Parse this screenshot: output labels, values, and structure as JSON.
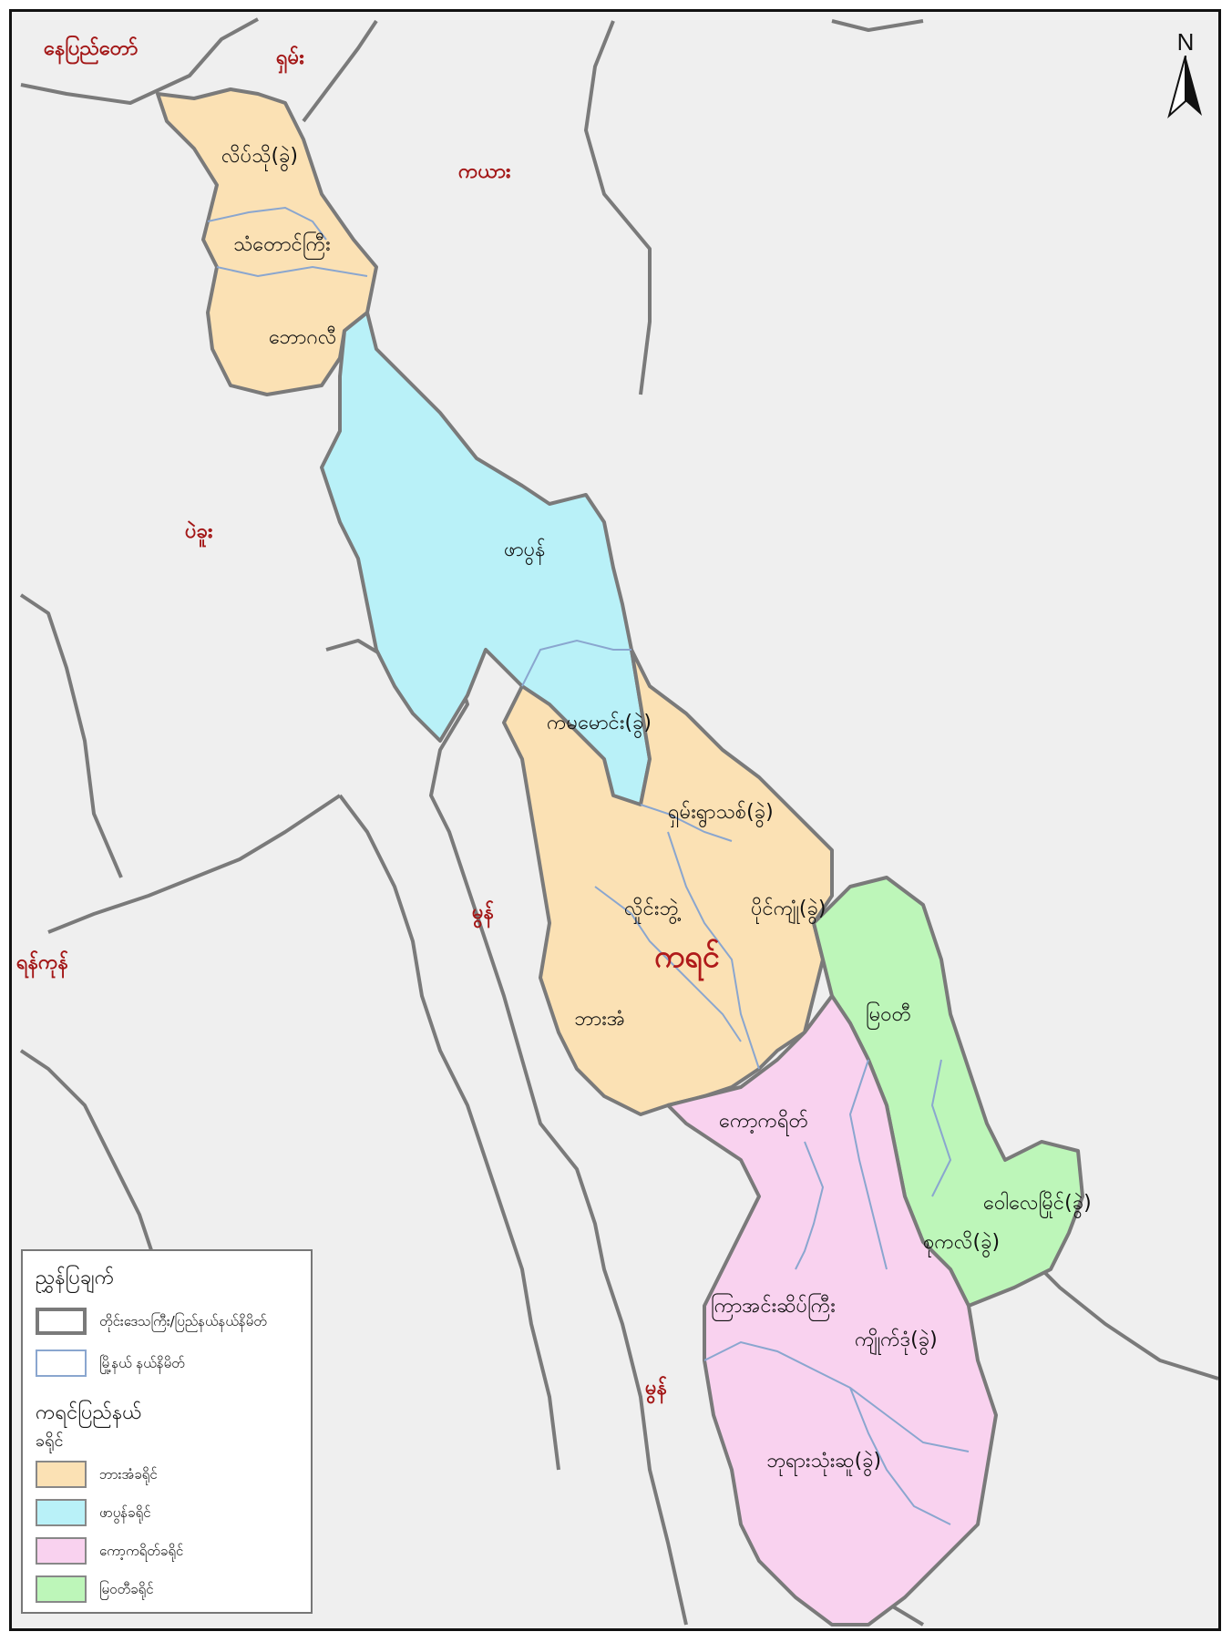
{
  "map": {
    "colors": {
      "background": "#efefef",
      "border_major": "#7a7a7a",
      "border_minor": "#8aa6cf",
      "hpa_an": "#fbe1b4",
      "hpapun": "#b9f1f8",
      "kawkareik": "#f9d2ef",
      "myawaddy": "#bdf6b9",
      "label_red": "#a31717"
    },
    "neighbors": {
      "naypyitaw": "နေပြည်တော်",
      "shan": "ရှမ်း",
      "kayah": "ကယား",
      "bago": "ပဲခူး",
      "mon_1": "မွန်",
      "mon_2": "မွန်",
      "yangon": "ရန်ကုန်"
    },
    "state_name": "ကရင်",
    "townships": {
      "leiktho": "လိပ်သို(ခွဲ)",
      "thandaunggyi": "သံတောင်ကြီး",
      "thandaung": "ဘောဂလီ",
      "hpapun": "ဖာပွန်",
      "kamamaung": "ကမမောင်း(ခွဲ)",
      "shan_ywa_thit": "ရှမ်းရွာသစ်(ခွဲ)",
      "hlaingbwe": "လှိုင်းဘွဲ့",
      "paingkyon": "ပိုင်ကျုံ(ခွဲ)",
      "hpa_an": "ဘားအံ",
      "myawaddy": "မြဝတီ",
      "kawkareik": "ကော့ကရိတ်",
      "waw_lay": "ဝေါလေမြိုင်(ခွဲ)",
      "sukali": "စုကလိ(ခွဲ)",
      "kyainseikgyi": "ကြာအင်းဆိပ်ကြီး",
      "kyaikdon": "ကျိုက်ဒုံ(ခွဲ)",
      "payathonzu": "ဘုရားသုံးဆူ(ခွဲ)"
    }
  },
  "compass": {
    "letter": "N",
    "icon": "north-arrow-icon"
  },
  "legend": {
    "title": "ညွှန်ပြချက်",
    "boundaries": [
      {
        "label": "တိုင်းဒေသကြီး/ပြည်နယ်နယ်နိမိတ်",
        "color": "#7a7a7a"
      },
      {
        "label": "မြို့နယ် နယ်နိမိတ်",
        "color": "#8aa6cf"
      }
    ],
    "section_title": "ကရင်ပြည်နယ်",
    "section_sub": "ခရိုင်",
    "districts": [
      {
        "label": "ဘားအံခရိုင်",
        "color": "#fbe1b4"
      },
      {
        "label": "ဖာပွန်ခရိုင်",
        "color": "#b9f1f8"
      },
      {
        "label": "ကော့ကရိတ်ခရိုင်",
        "color": "#f9d2ef"
      },
      {
        "label": "မြဝတီခရိုင်",
        "color": "#bdf6b9"
      }
    ]
  }
}
